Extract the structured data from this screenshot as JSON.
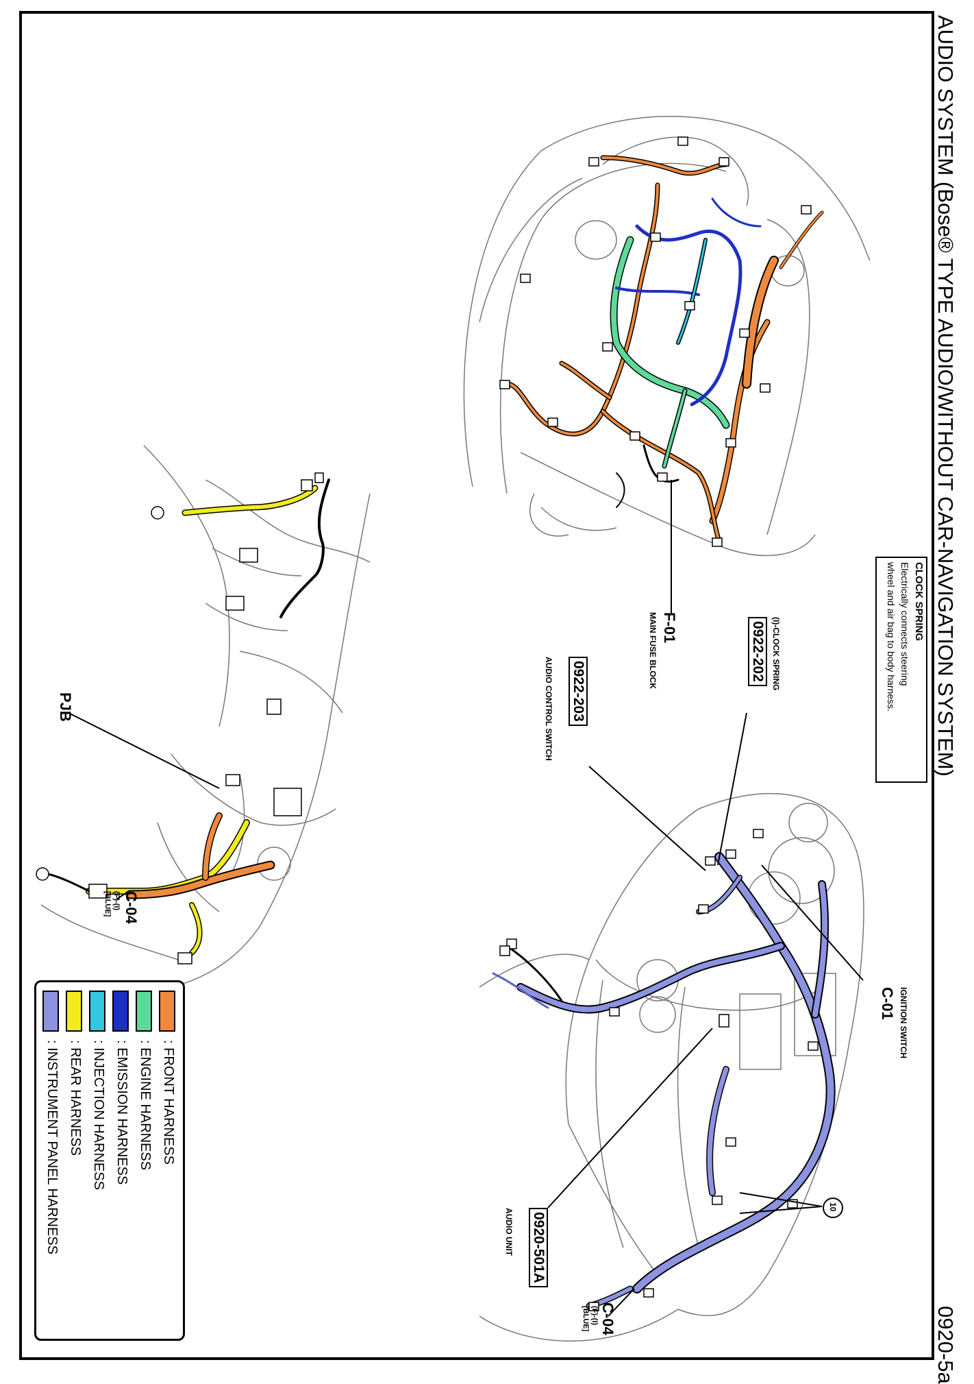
{
  "page": {
    "title": "AUDIO SYSTEM (Bose® TYPE AUDIO/WITHOUT CAR-NAVIGATION SYSTEM)",
    "page_number": "0920-5a"
  },
  "clock_spring_note": {
    "heading": "CLOCK SPRING",
    "line1": "Electrically connects steering",
    "line2": "wheel and air bag to body harness."
  },
  "labels": {
    "f01_code": "F-01",
    "f01_name": "MAIN FUSE BLOCK",
    "clock_code": "0922-202",
    "clock_name": "(I)-CLOCK SPRING",
    "acs_code": "0922-203",
    "acs_name": "AUDIO CONTROL SWITCH",
    "c01_code": "C-01",
    "c01_name": "IGNITION SWITCH",
    "audio_code": "0920-501A",
    "audio_name": "AUDIO UNIT",
    "ground_mark": "10",
    "c04_right_code": "C-04",
    "c04_right_sub1": "(F)-(I)",
    "c04_right_sub2": "[BLUE]",
    "pjb": "PJB",
    "c04_left_code": "C-04",
    "c04_left_sub1": "(F)-(I)",
    "c04_left_sub2": "[BLUE]"
  },
  "legend": [
    {
      "label": ": FRONT HARNESS",
      "color": "#ef8a3c"
    },
    {
      "label": ": ENGINE HARNESS",
      "color": "#5fd99a"
    },
    {
      "label": ": EMISSION HARNESS",
      "color": "#1f2fc4"
    },
    {
      "label": ": INJECTION HARNESS",
      "color": "#33c7e0"
    },
    {
      "label": ": REAR HARNESS",
      "color": "#f2ec1c"
    },
    {
      "label": ": INSTRUMENT PANEL HARNESS",
      "color": "#8c93e0"
    }
  ]
}
